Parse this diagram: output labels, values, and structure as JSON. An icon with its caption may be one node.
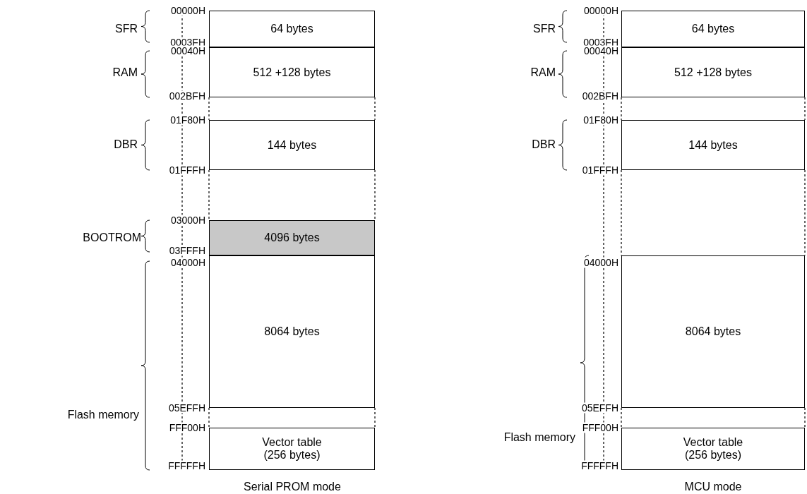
{
  "diagram": {
    "nodes": [
      {
        "text": [
          "64 bytes"
        ]
      },
      {
        "text": [
          "512 +128 bytes"
        ]
      },
      {
        "text": [
          "144 bytes"
        ]
      },
      {
        "text": [
          "4096 bytes"
        ]
      },
      {
        "text": [
          "8064 bytes"
        ]
      },
      {
        "text": [
          "Vector table (256 bytes)"
        ]
      },
      {
        "text": [
          "64 bytes"
        ]
      },
      {
        "text": [
          "512 +128 bytes"
        ]
      },
      {
        "text": [
          "144 bytes"
        ]
      },
      {
        "text": [
          "8064 bytes"
        ]
      },
      {
        "text": [
          "Vector table (256 bytes)"
        ]
      }
    ],
    "labels": [
      "SFR",
      "00000H",
      "0003FH",
      "RAM",
      "00040H",
      "002BFH",
      "DBR",
      "01F80H",
      "01FFFH",
      "BOOTROM",
      "03000H",
      "03FFFH",
      "04000H",
      "Flash memory",
      "05EFFH",
      "FFF00H",
      "FFFFFH",
      "Serial PROM mode",
      "SFR",
      "00000H",
      "0003FH",
      "RAM",
      "00040H",
      "002BFH",
      "DBR",
      "01F80H",
      "01FFFH",
      "04000H",
      "Flash memory",
      "05EFFH",
      "FFF00H",
      "FFFFFH",
      "MCU mode"
    ]
  }
}
